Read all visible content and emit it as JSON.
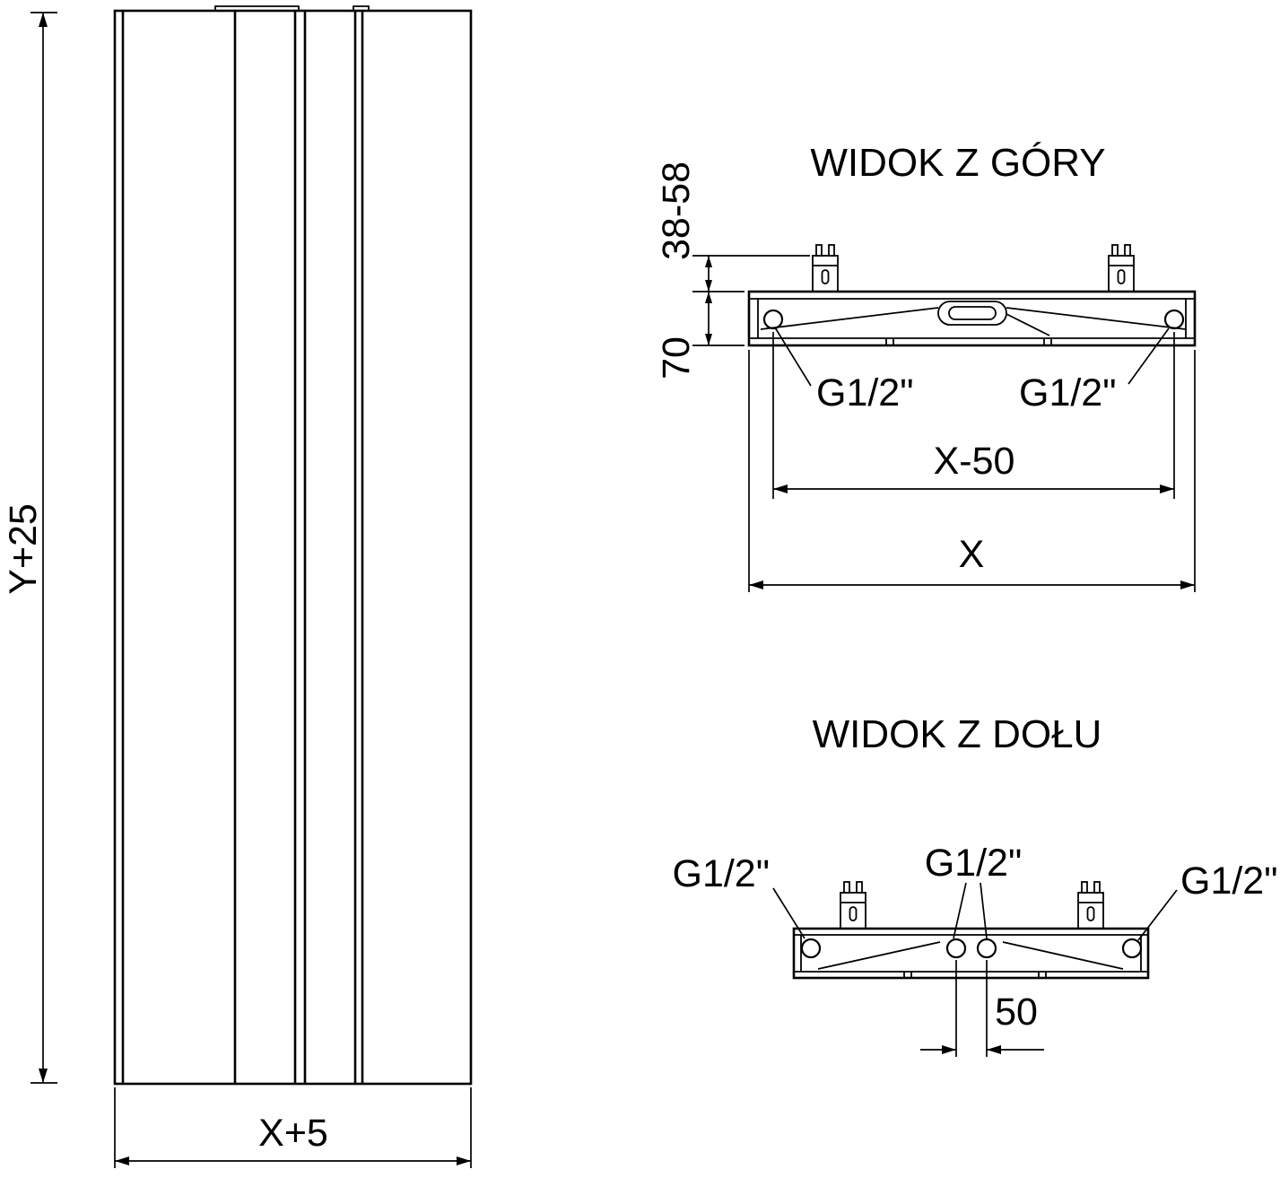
{
  "drawing": {
    "front_view": {
      "height_dim": "Y+25",
      "width_dim": "X+5"
    },
    "top_view": {
      "title": "WIDOK Z GÓRY",
      "bracket_offset_dim": "38-58",
      "depth_dim": "70",
      "left_connection": "G1/2\"",
      "right_connection": "G1/2\"",
      "connection_spacing_dim": "X-50",
      "overall_width_dim": "X"
    },
    "bottom_view": {
      "title": "WIDOK Z DOŁU",
      "left_connection": "G1/2\"",
      "center_connection": "G1/2\"",
      "right_connection": "G1/2\"",
      "center_spacing_dim": "50"
    }
  }
}
